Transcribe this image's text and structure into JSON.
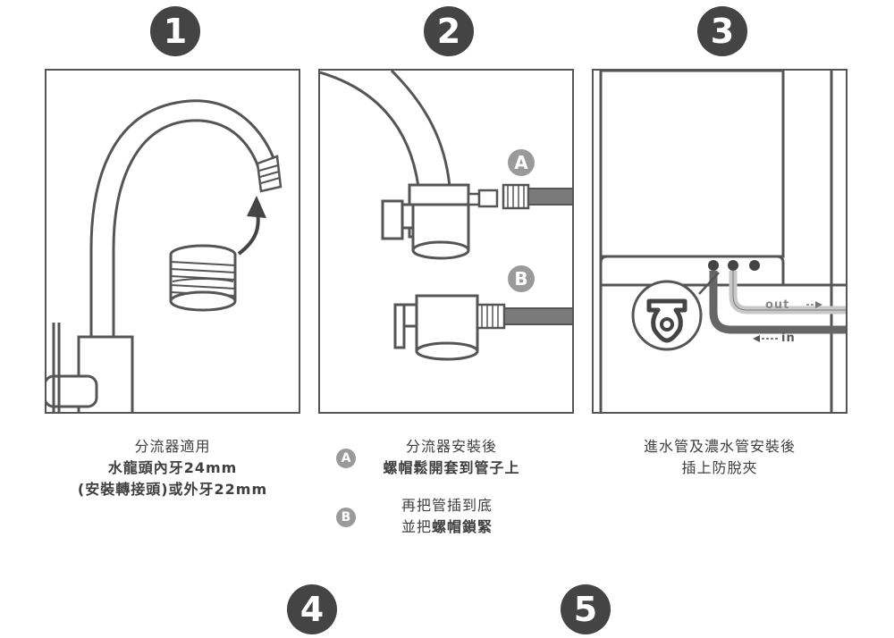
{
  "steps": [
    {
      "number": "1",
      "caption": [
        "分流器適用",
        "水龍頭內牙24mm",
        "(安裝轉接頭)或外牙22mm"
      ]
    },
    {
      "number": "2",
      "marker_a": "A",
      "marker_b": "B",
      "caption_a": [
        "分流器安裝後",
        "螺帽鬆開套到管子上"
      ],
      "caption_b": [
        "再把管插到底",
        "並把",
        "螺帽鎖緊"
      ]
    },
    {
      "number": "3",
      "label_out": "out",
      "label_in": "in",
      "caption": [
        "進水管及濃水管安裝後",
        "插上防脫夾"
      ]
    },
    {
      "number": "4"
    },
    {
      "number": "5"
    }
  ],
  "colors": {
    "circle": "#444444",
    "line": "#555555",
    "pipe": "#7a7a7a",
    "label_badge": "#9a9a9a"
  }
}
